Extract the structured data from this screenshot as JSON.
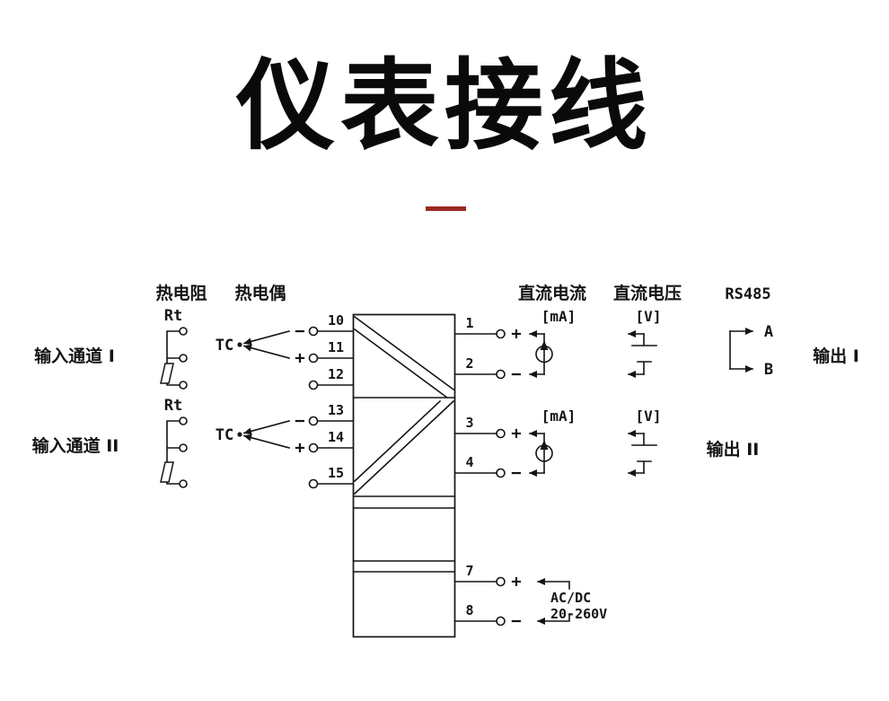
{
  "title": "仪表接线",
  "colors": {
    "ink": "#141414",
    "accent": "#9c2823",
    "background": "#ffffff",
    "titlecolor": "#0a0a0a"
  },
  "headers": {
    "rtd": "热电阻",
    "thermocouple": "热电偶",
    "dc_current": "直流电流",
    "dc_voltage": "直流电压",
    "rs485": "RS485"
  },
  "inputs": {
    "channel1": {
      "label": "输入通道 I",
      "rt": "Rt",
      "tc": "TC"
    },
    "channel2": {
      "label": "输入通道 II",
      "rt": "Rt",
      "tc": "TC"
    }
  },
  "terminals": {
    "left": [
      "10",
      "11",
      "12",
      "13",
      "14",
      "15"
    ],
    "right": [
      "1",
      "2",
      "3",
      "4"
    ],
    "power": [
      "7",
      "8"
    ]
  },
  "signs": {
    "plus": "+",
    "minus": "−"
  },
  "outputs": {
    "output1": {
      "label": "输出 I",
      "ma": "[mA]",
      "v": "[V]",
      "rs485_a": "A",
      "rs485_b": "B"
    },
    "output2": {
      "label": "输出 II",
      "ma": "[mA]",
      "v": "[V]"
    }
  },
  "power_supply": {
    "line1": "AC/DC",
    "line2": "20-260V"
  }
}
